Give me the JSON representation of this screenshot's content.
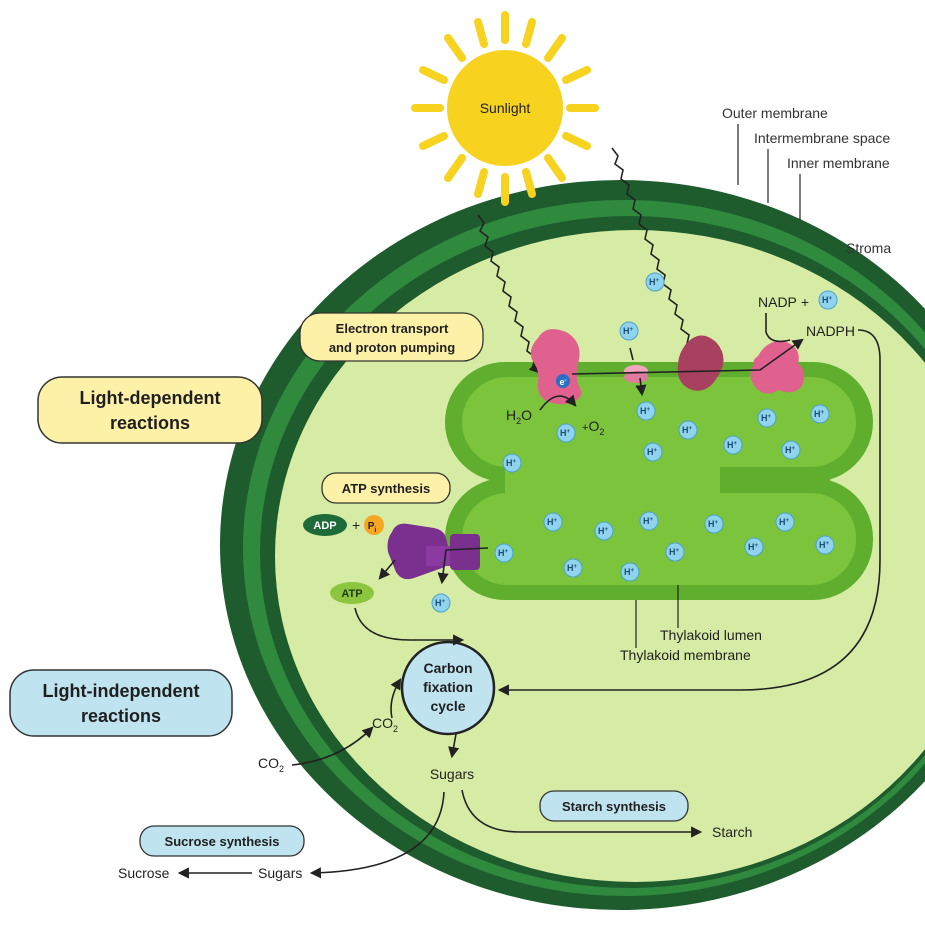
{
  "labels": {
    "sunlight": "Sunlight",
    "outer_membrane": "Outer membrane",
    "intermembrane_space": "Intermembrane space",
    "inner_membrane": "Inner membrane",
    "stroma": "Stroma",
    "electron_transport_line1": "Electron transport",
    "electron_transport_line2": "and proton pumping",
    "light_dependent_line1": "Light-dependent",
    "light_dependent_line2": "reactions",
    "light_independent_line1": "Light-independent",
    "light_independent_line2": "reactions",
    "atp_synthesis": "ATP synthesis",
    "adp": "ADP",
    "plus": "+",
    "pi": "P",
    "pi_sub": "i",
    "atp": "ATP",
    "h2o": "H",
    "h2o_sub": "2",
    "h2o_tail": "O",
    "electron": "e",
    "electron_sup": "-",
    "o2": "O",
    "o2_sub": "2",
    "nadp": "NADP",
    "nadph": "NADPH",
    "h_ion": "H",
    "h_ion_sup": "+",
    "thylakoid_lumen": "Thylakoid lumen",
    "thylakoid_membrane": "Thylakoid membrane",
    "carbon_line1": "Carbon",
    "carbon_line2": "fixation",
    "carbon_line3": "cycle",
    "co2": "CO",
    "co2_sub": "2",
    "sugars": "Sugars",
    "starch_synthesis": "Starch synthesis",
    "starch": "Starch",
    "sucrose_synthesis": "Sucrose synthesis",
    "sucrose": "Sucrose"
  },
  "colors": {
    "outer_membrane": "#1e5c2e",
    "intermembrane": "#2d7a3a",
    "stroma": "#d6eca4",
    "thylakoid": "#5fae2e",
    "thylakoid_lumen": "#7bc43c",
    "sun": "#f7d21e",
    "yellow_box": "#fdf1a8",
    "blue_box": "#bfe3ef",
    "photosystem": "#e0618e",
    "cytochrome": "#a8405f",
    "atp_synthase": "#7b2f8f",
    "h_ion": "#8fd3ee",
    "adp": "#1e6b3a",
    "atp": "#8cc63f",
    "pi": "#f5a623"
  }
}
